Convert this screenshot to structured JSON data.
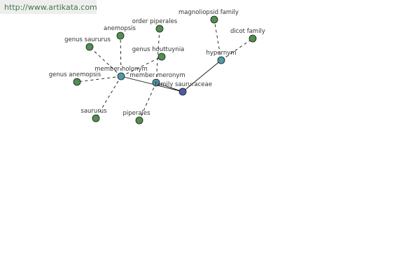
{
  "site": {
    "url_text": "http://www.artikata.com"
  },
  "colors": {
    "leaf": "#4f8f4f",
    "relation": "#4f9aa6",
    "center": "#4b5ba8",
    "edge": "#111111"
  },
  "nodes": [
    {
      "id": "center",
      "label": "family saururaceae",
      "kind": "center"
    },
    {
      "id": "member-holonym",
      "label": "member holonym",
      "kind": "relation"
    },
    {
      "id": "member-meronym",
      "label": "member meronym",
      "kind": "relation"
    },
    {
      "id": "hypernym",
      "label": "hypernym",
      "kind": "relation"
    },
    {
      "id": "genus-saururus",
      "label": "genus saururus",
      "kind": "leaf"
    },
    {
      "id": "anemopsis",
      "label": "anemopsis",
      "kind": "leaf"
    },
    {
      "id": "order-piperales",
      "label": "order piperales",
      "kind": "leaf"
    },
    {
      "id": "genus-houttuynia",
      "label": "genus houttuynia",
      "kind": "leaf"
    },
    {
      "id": "genus-anemopsis",
      "label": "genus anemopsis",
      "kind": "leaf"
    },
    {
      "id": "saururus",
      "label": "saururus",
      "kind": "leaf"
    },
    {
      "id": "piperales",
      "label": "piperales",
      "kind": "leaf"
    },
    {
      "id": "magnoliopsid-family",
      "label": "magnoliopsid family",
      "kind": "leaf"
    },
    {
      "id": "dicot-family",
      "label": "dicot family",
      "kind": "leaf"
    }
  ],
  "edges": [
    {
      "from": "center",
      "to": "member-holonym",
      "style": "solid"
    },
    {
      "from": "center",
      "to": "member-meronym",
      "style": "solid"
    },
    {
      "from": "center",
      "to": "hypernym",
      "style": "solid"
    },
    {
      "from": "member-holonym",
      "to": "genus-saururus",
      "style": "dashed"
    },
    {
      "from": "member-holonym",
      "to": "anemopsis",
      "style": "dashed"
    },
    {
      "from": "member-holonym",
      "to": "genus-houttuynia",
      "style": "dashed"
    },
    {
      "from": "member-holonym",
      "to": "genus-anemopsis",
      "style": "dashed"
    },
    {
      "from": "member-holonym",
      "to": "saururus",
      "style": "dashed"
    },
    {
      "from": "member-meronym",
      "to": "order-piperales",
      "style": "dashed"
    },
    {
      "from": "member-meronym",
      "to": "piperales",
      "style": "dashed"
    },
    {
      "from": "hypernym",
      "to": "magnoliopsid-family",
      "style": "dashed"
    },
    {
      "from": "hypernym",
      "to": "dicot-family",
      "style": "dashed"
    }
  ]
}
